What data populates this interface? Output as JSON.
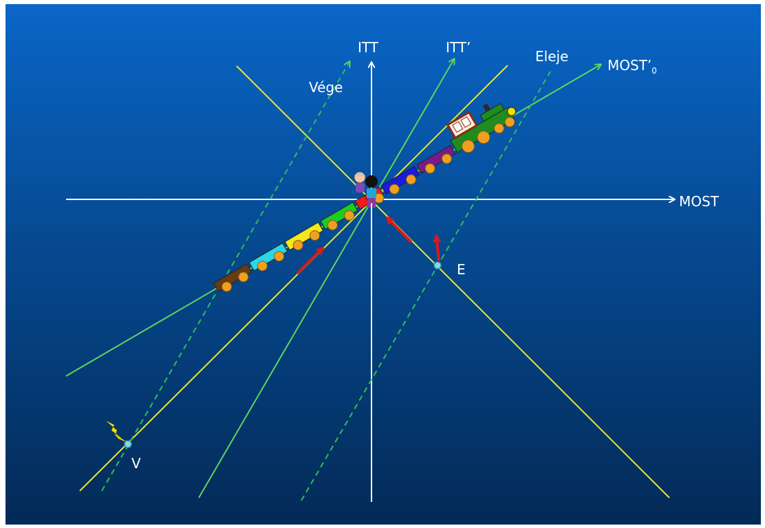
{
  "labels": {
    "itt": "ITT",
    "itt_prime": "ITT’",
    "vege": "Vége",
    "eleje": "Eleje",
    "most_prime": "MOST’",
    "most_prime_sub": "0",
    "most": "MOST",
    "event_e": "E",
    "event_v": "V"
  },
  "colors": {
    "background_top": "#0a66c8",
    "background_bottom": "#032a57",
    "axis": "#ffffff",
    "light_cone": "#e8e830",
    "worldline": "#5ed65e",
    "arrow": "#e01818",
    "event_point": "#7fd8e8",
    "spark": "#f0e000",
    "locomotive": "#1e8c1e",
    "train_cars": [
      "#ee1c1c",
      "#1a1ae0",
      "#7a1a8a",
      "#1ecc1e",
      "#f2e81a",
      "#28d8e8",
      "#6a3a12"
    ],
    "wheel": "#f0a020"
  }
}
